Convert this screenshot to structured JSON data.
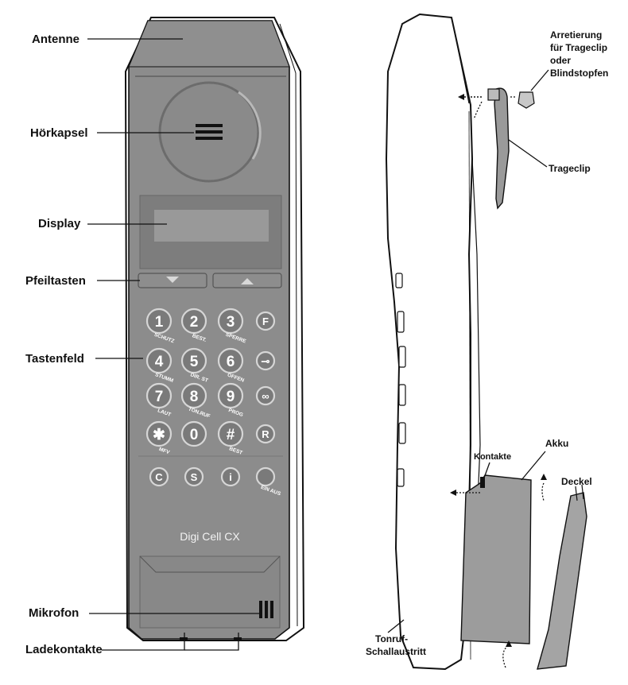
{
  "labels": {
    "antenne": "Antenne",
    "hoerkapsel": "Hörkapsel",
    "display": "Display",
    "pfeiltasten": "Pfeiltasten",
    "tastenfeld": "Tastenfeld",
    "mikrofon": "Mikrofon",
    "ladekontakte": "Ladekontakte",
    "arretierung_1": "Arretierung",
    "arretierung_2": "für Trageclip",
    "arretierung_3": "oder",
    "arretierung_4": "Blindstopfen",
    "trageclip": "Trageclip",
    "kontakte": "Kontakte",
    "akku": "Akku",
    "deckel": "Deckel",
    "tonruf_1": "Tonruf-",
    "tonruf_2": "Schallaustritt"
  },
  "phone": {
    "brand": "Digi Cell CX",
    "keys": [
      {
        "main": "1",
        "sub": "SCHUTZ"
      },
      {
        "main": "2",
        "sub": "BEST."
      },
      {
        "main": "3",
        "sub": "SPERRE"
      },
      {
        "main": "F",
        "sub": ""
      },
      {
        "main": "4",
        "sub": "STUMM"
      },
      {
        "main": "5",
        "sub": "DIR. ST"
      },
      {
        "main": "6",
        "sub": "OFFEN"
      },
      {
        "main": "⊸",
        "sub": ""
      },
      {
        "main": "7",
        "sub": "LAUT"
      },
      {
        "main": "8",
        "sub": "TON.RUF"
      },
      {
        "main": "9",
        "sub": "PROG"
      },
      {
        "main": "∞",
        "sub": ""
      },
      {
        "main": "✱",
        "sub": "MFV"
      },
      {
        "main": "0",
        "sub": ""
      },
      {
        "main": "#",
        "sub": "BEST"
      },
      {
        "main": "R",
        "sub": ""
      },
      {
        "main": "C",
        "sub": ""
      },
      {
        "main": "S",
        "sub": ""
      },
      {
        "main": "i",
        "sub": ""
      },
      {
        "main": "",
        "sub": "EIN AUS"
      }
    ]
  },
  "colors": {
    "body": "#8c8c8c",
    "body_dark": "#6e6e6e",
    "key": "#7a7a7a",
    "outline": "#111111"
  }
}
